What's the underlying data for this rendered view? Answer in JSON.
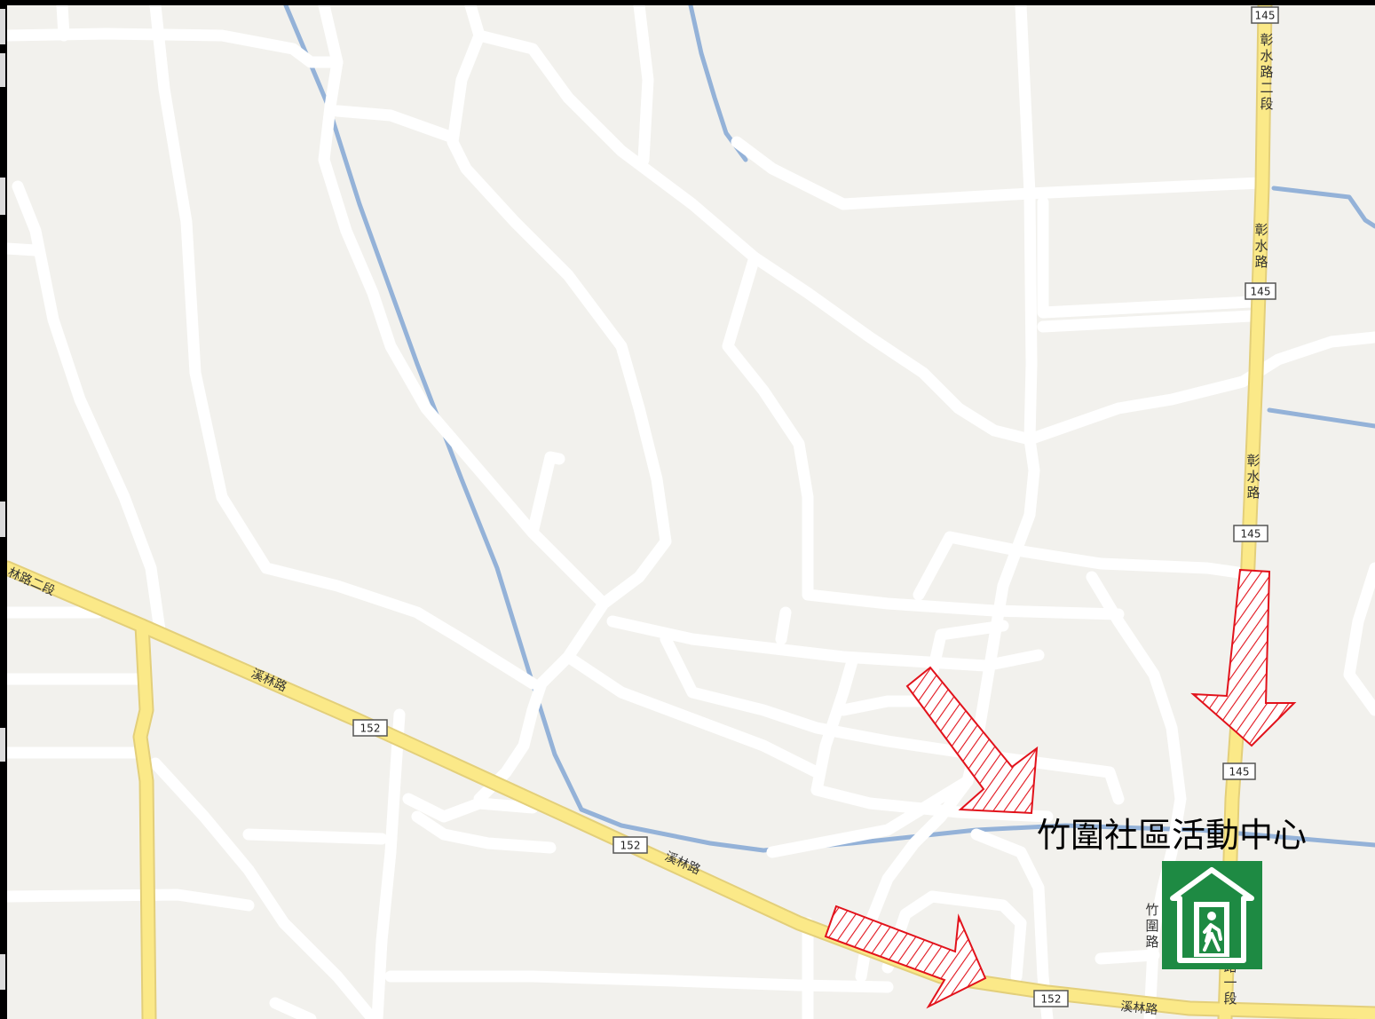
{
  "map": {
    "colors": {
      "land": "#f2f1ed",
      "minor_road": "#ffffff",
      "major_road": "#fbe988",
      "major_road_casing": "#e6d27a",
      "river": "#94b2d8",
      "arrow": "#e2121b",
      "exit_sign": "#1e8a43",
      "frame": "#000000"
    },
    "route_shields": [
      {
        "id": "shield-145-top",
        "label": "145"
      },
      {
        "id": "shield-145-b",
        "label": "145"
      },
      {
        "id": "shield-145-c",
        "label": "145"
      },
      {
        "id": "shield-145-d",
        "label": "145"
      },
      {
        "id": "shield-152-a",
        "label": "152"
      },
      {
        "id": "shield-152-b",
        "label": "152"
      },
      {
        "id": "shield-152-c",
        "label": "152"
      }
    ],
    "road_labels": {
      "changshui_sec2_top": [
        "彰",
        "水",
        "路",
        "二",
        "段"
      ],
      "changshui_mid": [
        "彰",
        "水",
        "路"
      ],
      "changshui_low": [
        "彰",
        "水",
        "路"
      ],
      "xilin_sec2": "林路二段",
      "xilin_a": "溪林路",
      "xilin_b": "溪林路",
      "xilin_c": "溪林路",
      "zhuwei_road": [
        "竹",
        "圍",
        "路"
      ],
      "sec1_fragment": [
        "路",
        "一",
        "段"
      ]
    },
    "destination": {
      "label": "竹圍社區活動中心",
      "icon": "emergency-shelter-icon"
    },
    "arrows": [
      {
        "id": "arrow-north",
        "icon": "hatched-arrow-icon"
      },
      {
        "id": "arrow-northwest",
        "icon": "hatched-arrow-icon"
      },
      {
        "id": "arrow-southwest",
        "icon": "hatched-arrow-icon"
      }
    ]
  }
}
